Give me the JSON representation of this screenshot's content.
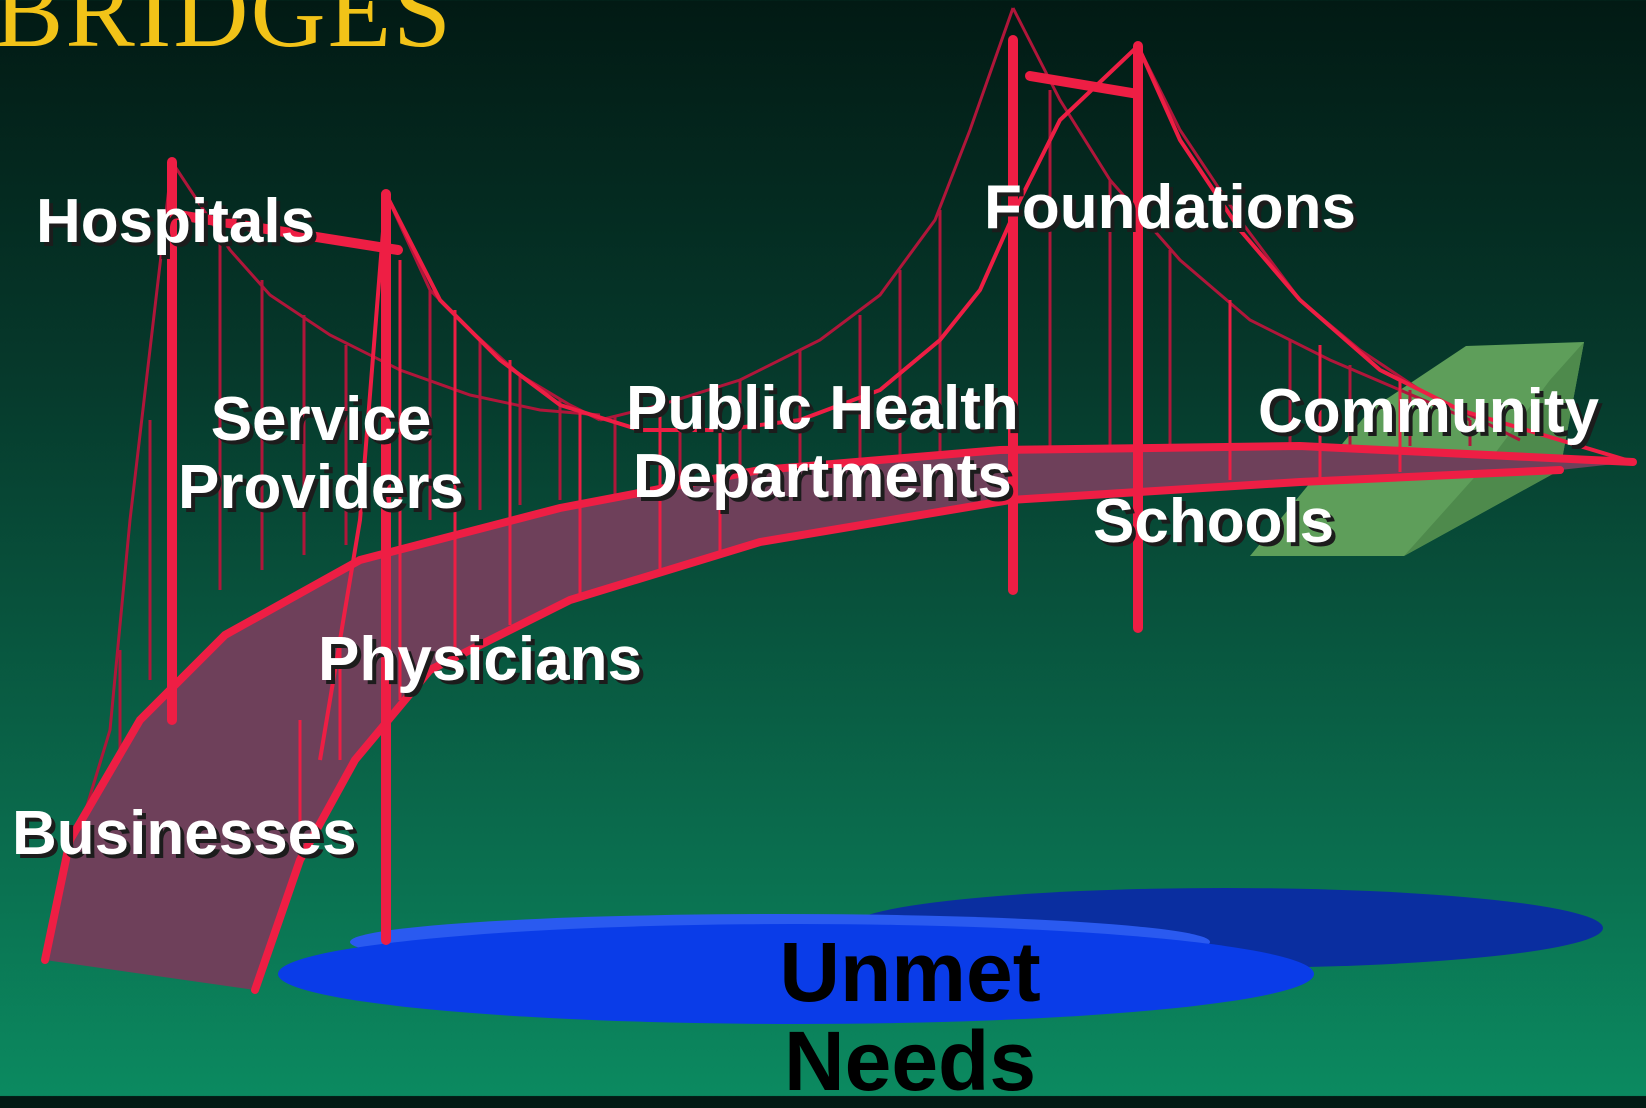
{
  "slide": {
    "title": "BRIDGES"
  },
  "labels": {
    "hospitals": "Hospitals",
    "service_providers": [
      "Service",
      "Providers"
    ],
    "public_health": [
      "Public Health",
      "Departments"
    ],
    "foundations": "Foundations",
    "community": "Community",
    "schools": "Schools",
    "physicians": "Physicians",
    "businesses": "Businesses"
  },
  "water": {
    "label": [
      "Unmet",
      "Needs"
    ]
  },
  "colors": {
    "background_top": "#021a14",
    "background_bottom": "#0b8a60",
    "title": "#f2c318",
    "bridge_red": "#ee1e44",
    "cable_red": "#c01838",
    "deck_fill": "#6e405a",
    "land_green": "#5e9e5a",
    "water_dark": "#0a2ea0",
    "water_light": "#0a3ce8",
    "label_text": "#ffffff"
  }
}
